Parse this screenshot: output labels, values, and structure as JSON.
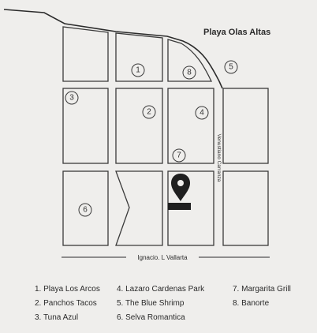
{
  "map": {
    "beach_label": "Playa Olas Altas",
    "streets": {
      "horizontal": "Ignacio. L Vallarta",
      "vertical": "Venustiano Carranza"
    },
    "markers": [
      "1",
      "2",
      "3",
      "4",
      "5",
      "6",
      "7",
      "8"
    ]
  },
  "legend": {
    "columns": [
      [
        "1. Playa Los Arcos",
        "2. Panchos Tacos",
        "3. Tuna Azul"
      ],
      [
        "4. Lazaro Cardenas Park",
        "5. The Blue Shrimp",
        "6. Selva Romantica"
      ],
      [
        "7. Margarita Grill",
        "8. Banorte"
      ]
    ]
  },
  "colors": {
    "background": "#efeeec",
    "lines": "#3a3a3a",
    "pin": "#1f1f1f"
  },
  "icons": [
    "location-pin-icon"
  ]
}
